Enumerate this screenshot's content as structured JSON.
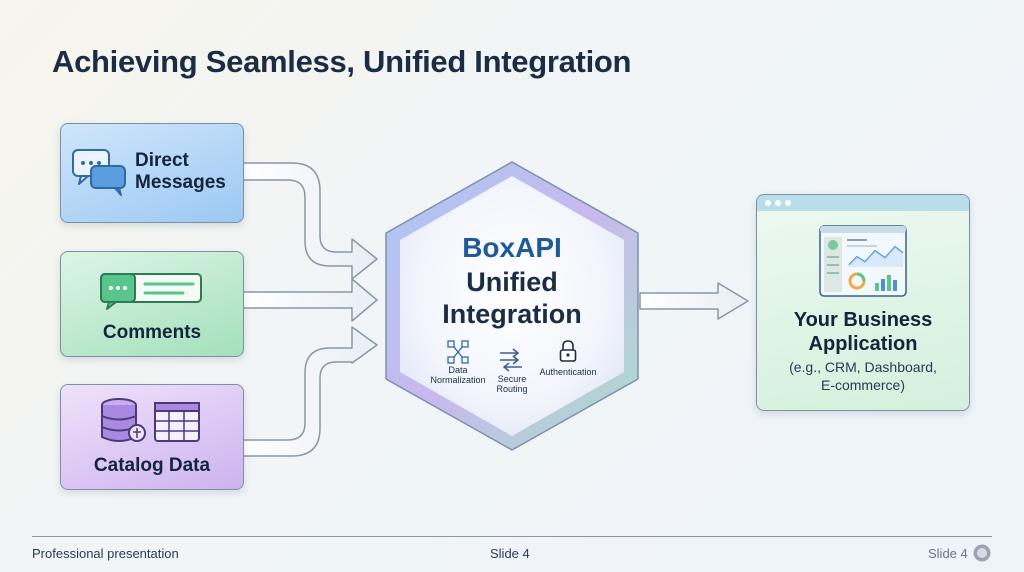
{
  "slide": {
    "title": "Achieving Seamless, Unified Integration",
    "footer_left": "Professional presentation",
    "footer_center": "Slide 4",
    "footer_right": "Slide 4"
  },
  "sources": [
    {
      "line1": "Direct",
      "line2": "Messages",
      "icon": "chat-bubbles-icon",
      "color": "#9cc8f3"
    },
    {
      "label": "Comments",
      "icon": "comment-card-icon",
      "color": "#a4e0bb"
    },
    {
      "label": "Catalog Data",
      "icon": "database-table-icon",
      "color": "#cdb3ef"
    }
  ],
  "hub": {
    "brand": "BoxAPI",
    "line1": "Unified",
    "line2": "Integration",
    "features": [
      {
        "line1": "Data",
        "line2": "Normalization",
        "icon": "normalization-icon"
      },
      {
        "line1": "Secure",
        "line2": "Routing",
        "icon": "routing-arrows-icon"
      },
      {
        "label": "Authentication",
        "icon": "lock-icon"
      }
    ]
  },
  "target": {
    "line1": "Your Business",
    "line2": "Application",
    "sub1": "(e.g., CRM, Dashboard,",
    "sub2": "E-commerce)",
    "icon": "dashboard-icon"
  },
  "colors": {
    "accent_blue": "#1f5a96",
    "title": "#1b2c45"
  }
}
